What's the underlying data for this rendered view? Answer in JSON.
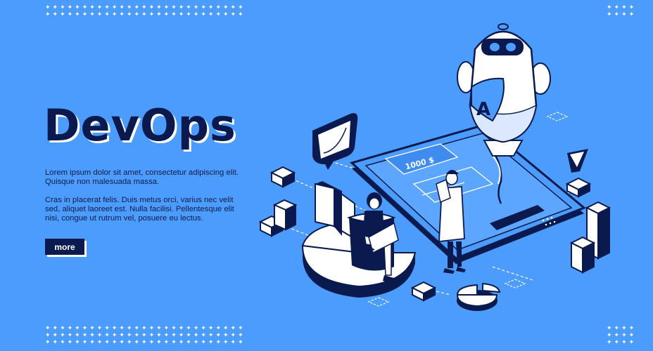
{
  "hero": {
    "title": "DevOps",
    "paragraph_1": "Lorem ipsum dolor sit amet, consectetur adipiscing elit. Quisque non malesuada massa.",
    "paragraph_2": "Cras in placerat felis. Duis metus orci, varius nec velit sed, aliquet laoreet est. Nulla facilisi. Pellentesque elit nisi, congue ut rutrum vel, posuere eu lectus.",
    "more_label": "more"
  },
  "illustration": {
    "phone_amount": "1000 $",
    "robot_badge": "A"
  },
  "colors": {
    "background": "#4c9cfd",
    "ink": "#0b1a4e",
    "white": "#ffffff"
  }
}
